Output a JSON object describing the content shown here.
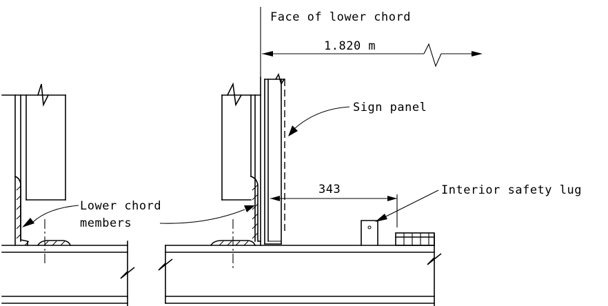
{
  "labels": {
    "face_of_lower_chord": "Face of lower chord",
    "dimension_width": "1.820 m",
    "sign_panel": "Sign panel",
    "dimension_343": "343",
    "interior_safety_lug": "Interior safety lug",
    "lower_chord_line1": "Lower chord",
    "lower_chord_line2": "members"
  }
}
